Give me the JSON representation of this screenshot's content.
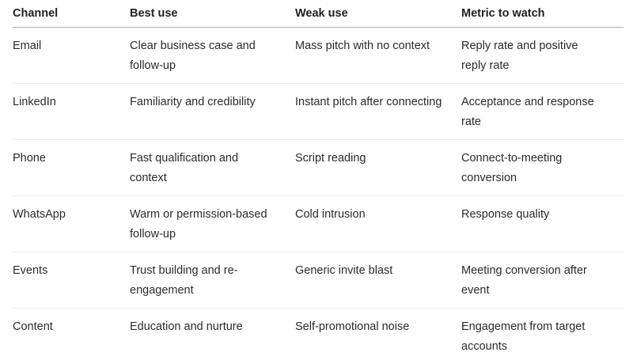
{
  "table": {
    "headers": {
      "channel": "Channel",
      "best_use": "Best use",
      "weak_use": "Weak use",
      "metric": "Metric to watch"
    },
    "rows": [
      {
        "channel": "Email",
        "best_use": "Clear business case and follow-up",
        "weak_use": "Mass pitch with no context",
        "metric": "Reply rate and positive reply rate"
      },
      {
        "channel": "LinkedIn",
        "best_use": "Familiarity and credibility",
        "weak_use": "Instant pitch after connecting",
        "metric": "Acceptance and response rate"
      },
      {
        "channel": "Phone",
        "best_use": "Fast qualification and context",
        "weak_use": "Script reading",
        "metric": "Connect-to-meeting conversion"
      },
      {
        "channel": "WhatsApp",
        "best_use": "Warm or permission-based follow-up",
        "weak_use": "Cold intrusion",
        "metric": "Response quality"
      },
      {
        "channel": "Events",
        "best_use": "Trust building and re-engagement",
        "weak_use": "Generic invite blast",
        "metric": "Meeting conversion after event"
      },
      {
        "channel": "Content",
        "best_use": "Education and nurture",
        "weak_use": "Self-promotional noise",
        "metric": "Engagement from target accounts"
      }
    ],
    "colors": {
      "header_divider": "#ababab",
      "row_divider": "#ececec",
      "text": "#2b2b2b"
    }
  }
}
